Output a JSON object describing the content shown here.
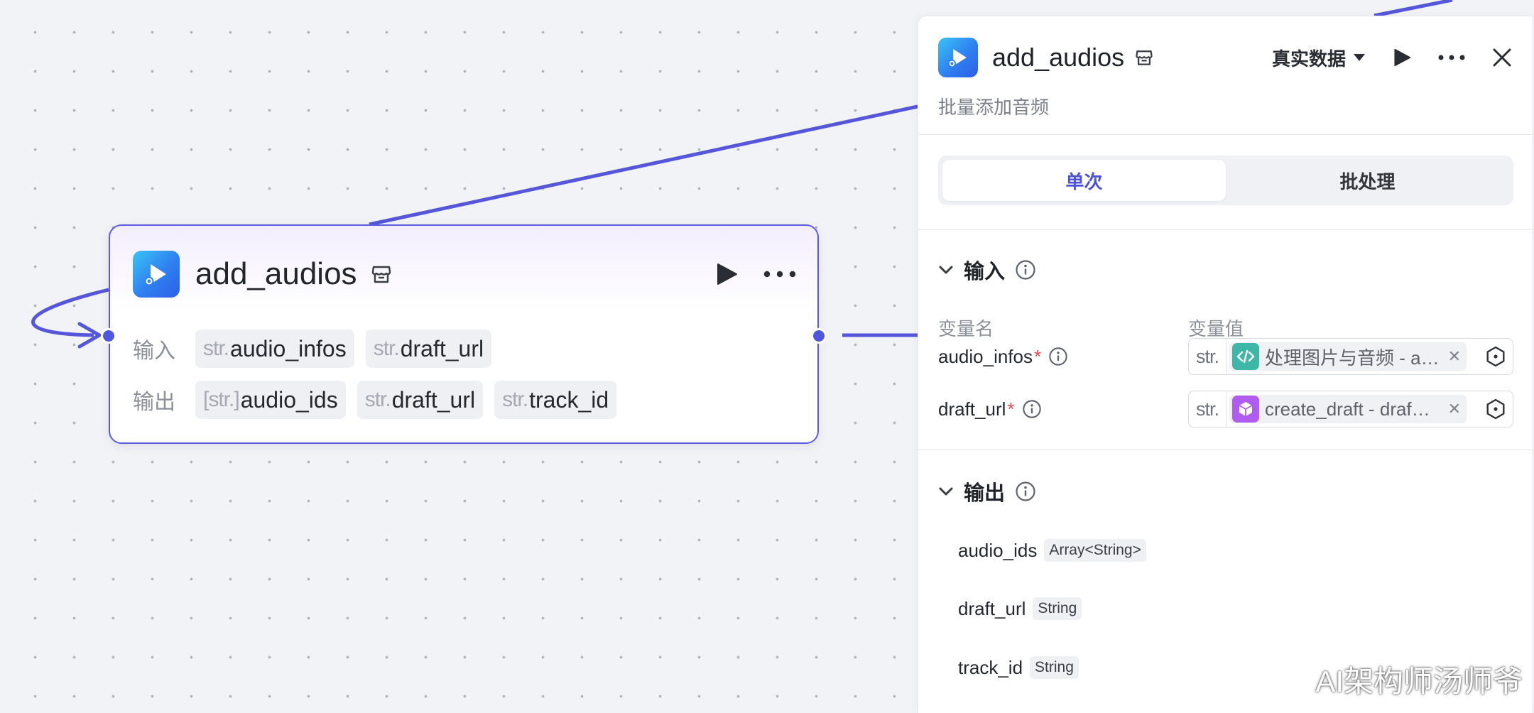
{
  "canvas": {
    "node": {
      "title": "add_audios",
      "input_label": "输入",
      "output_label": "输出",
      "inputs": [
        {
          "type": "str.",
          "name": "audio_infos"
        },
        {
          "type": "str.",
          "name": "draft_url"
        }
      ],
      "outputs": [
        {
          "type": "[str.]",
          "name": "audio_ids"
        },
        {
          "type": "str.",
          "name": "draft_url"
        },
        {
          "type": "str.",
          "name": "track_id"
        }
      ]
    }
  },
  "panel": {
    "title": "add_audios",
    "description": "批量添加音频",
    "data_source": "真实数据",
    "tabs": [
      {
        "label": "单次",
        "active": true
      },
      {
        "label": "批处理",
        "active": false
      }
    ],
    "input_section": {
      "label": "输入",
      "col_name": "变量名",
      "col_value": "变量值",
      "params": [
        {
          "name": "audio_infos",
          "required": "*",
          "type": "str.",
          "ref": "处理图片与音频 - a…",
          "icon_color": "#3fb7a7"
        },
        {
          "name": "draft_url",
          "required": "*",
          "type": "str.",
          "ref": "create_draft - draf…",
          "icon_color": "#b05cf0"
        }
      ]
    },
    "output_section": {
      "label": "输出",
      "outputs": [
        {
          "name": "audio_ids",
          "type": "Array<String>"
        },
        {
          "name": "draft_url",
          "type": "String"
        },
        {
          "name": "track_id",
          "type": "String"
        }
      ]
    }
  },
  "watermark": "AI架构师汤师爷",
  "colors": {
    "accent": "#4b52d8",
    "edge": "#5556d9",
    "required": "#e5484d"
  }
}
